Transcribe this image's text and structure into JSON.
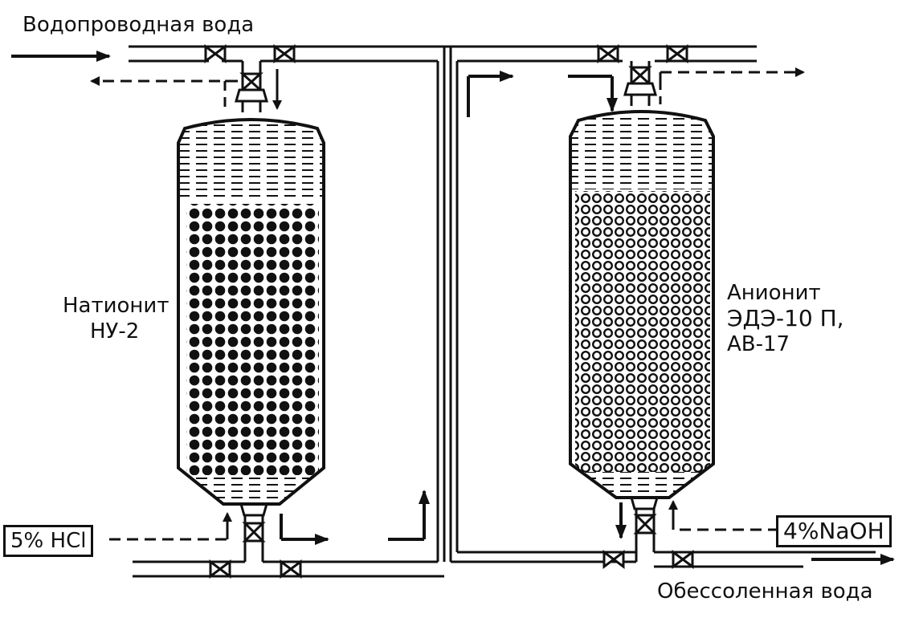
{
  "labels": {
    "tap_water": "Водопроводная вода",
    "cationite_line1": "Натионит",
    "cationite_line2": "НУ-2",
    "anionite_line1": "Анионит",
    "anionite_line2": "ЭДЭ-10 П,",
    "anionite_line3": "АВ-17",
    "hcl": "5% HCl",
    "naoh": "4%NaOH",
    "demineralized_water": "Обессоленная вода"
  },
  "colors": {
    "ink": "#111111",
    "paper": "#ffffff"
  }
}
